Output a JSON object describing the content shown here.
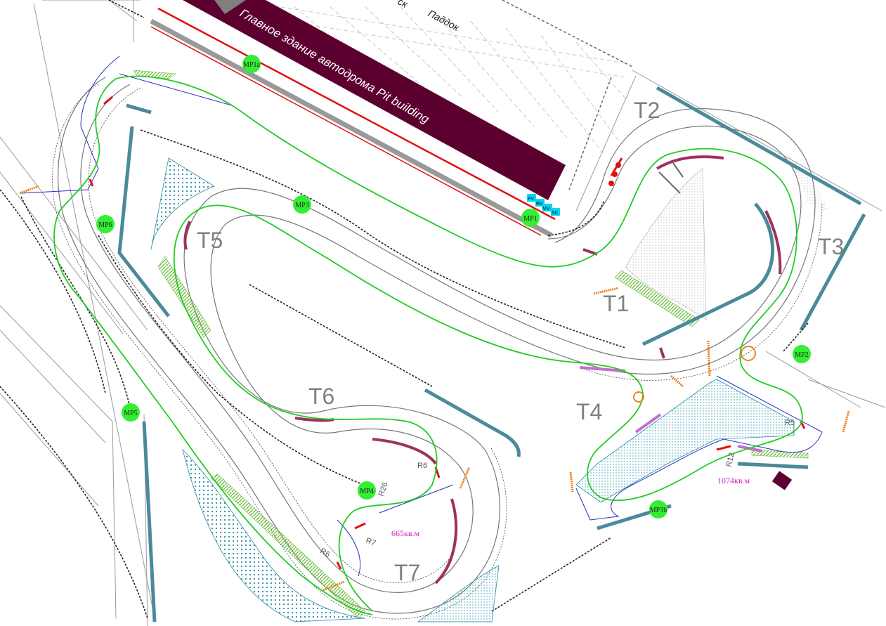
{
  "building": {
    "label": "Главное здание автодрома  Pit building",
    "color": "#5c0030"
  },
  "paddock": {
    "label_partial": "ск",
    "label": "Паддок"
  },
  "turns": [
    "T1",
    "T2",
    "T3",
    "T4",
    "T5",
    "T6",
    "T7"
  ],
  "marshal_posts": [
    "MP1a",
    "MP1",
    "MP2",
    "MP3",
    "MP3b",
    "MP4",
    "MP5",
    "MP6"
  ],
  "pit_markers": [
    "FV",
    "RV",
    "MV",
    "SC"
  ],
  "areas": [
    "665кв.м",
    "1074кв.м"
  ],
  "radius_labels": [
    "R6",
    "R26",
    "R7",
    "R6",
    "R5",
    "R12"
  ],
  "colors": {
    "racing_line": "#22cc22",
    "marshal_post": "#33ee33",
    "kerb": "#a03060",
    "barrier": "#4a8a9a",
    "area_label": "#d020c0",
    "pit_marker": "#00d8ee",
    "pit_wall": "#e01010"
  }
}
